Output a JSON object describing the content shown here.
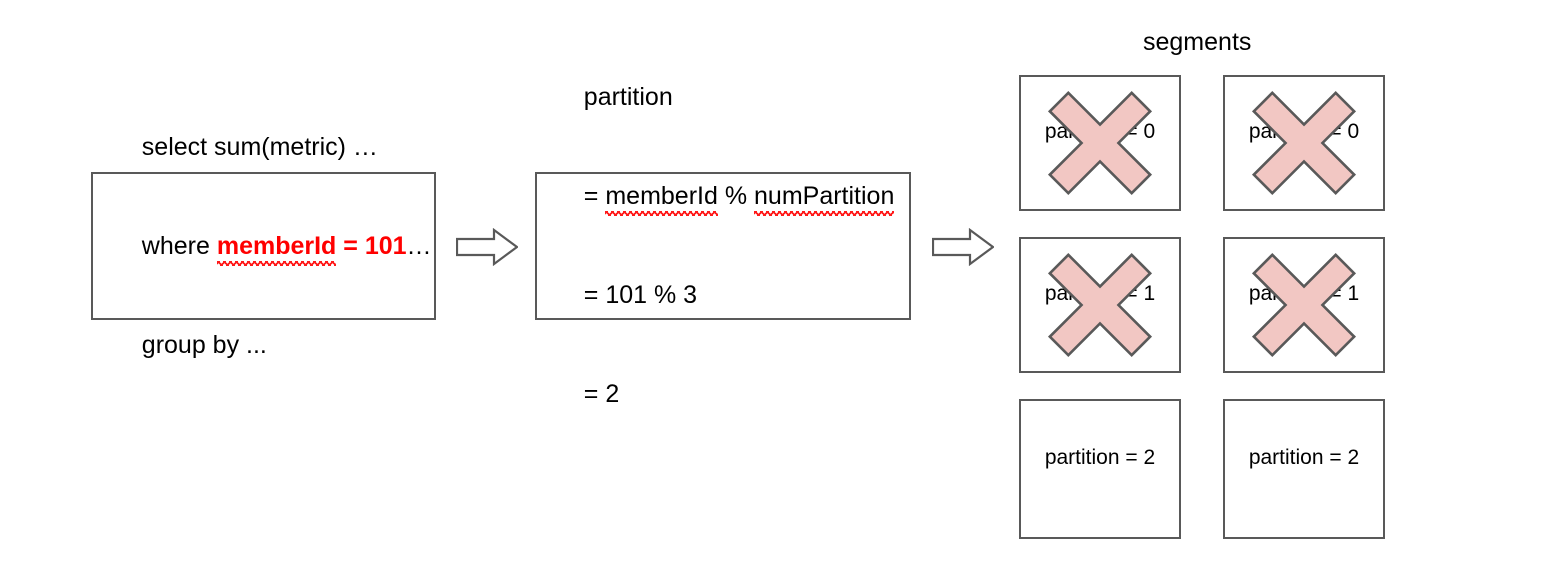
{
  "query_box": {
    "lines": [
      {
        "plain_before": "select sum(metric) …"
      },
      {
        "plain_before": "where ",
        "highlight": "memberId",
        "highlight_tail": " = 101",
        "plain_after": "…"
      },
      {
        "plain_before": "group by ..."
      }
    ],
    "line1": "select sum(metric) …",
    "line2_prefix": "where ",
    "line2_hl_squiggle": "memberId",
    "line2_hl_rest": " = 101",
    "line2_suffix": "…",
    "line3": "group by ..."
  },
  "formula_box": {
    "line1": "partition",
    "line2_eq": "= ",
    "line2_a": "memberId",
    "line2_mid": " % ",
    "line2_b": "numPartition",
    "line3": "= 101 % 3",
    "line4": "= 2"
  },
  "arrows": {
    "arrow1_label": "arrow-right",
    "arrow2_label": "arrow-right"
  },
  "segments": {
    "title": "segments",
    "boxes": [
      {
        "label": "partition = 0",
        "crossed": true
      },
      {
        "label": "partition = 0",
        "crossed": true
      },
      {
        "label": "partition = 1",
        "crossed": true
      },
      {
        "label": "partition = 1",
        "crossed": true
      },
      {
        "label": "partition = 2",
        "crossed": false
      },
      {
        "label": "partition = 2",
        "crossed": false
      }
    ]
  },
  "colors": {
    "border": "#595959",
    "cross_fill": "#f2c7c3",
    "cross_stroke": "#595959",
    "highlight": "#ff0000",
    "squiggle": "#ff1a1a"
  }
}
